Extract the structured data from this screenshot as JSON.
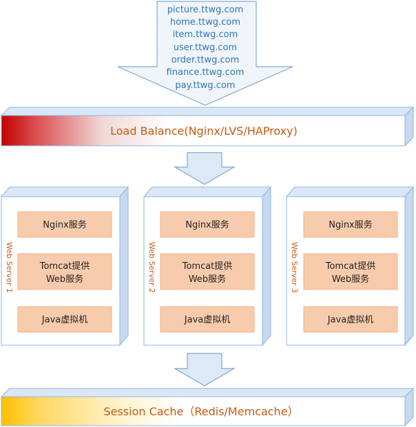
{
  "domains": [
    "picture.ttwg.com",
    "home.ttwg.com",
    "item.ttwg.com",
    "user.ttwg.com",
    "order.ttwg.com",
    "finance.ttwg.com",
    "pay.ttwg.com"
  ],
  "load_balance": {
    "label": "Load Balance(Nginx/LVS/HAProxy)",
    "accent_color": "#c00000"
  },
  "servers": [
    {
      "name": "Web Server 1",
      "components": {
        "nginx": "Nginx服务",
        "tomcat_line1": "Tomcat提供",
        "tomcat_line2": "Web服务",
        "jvm": "Java虚拟机"
      }
    },
    {
      "name": "Web Server 2",
      "components": {
        "nginx": "Nginx服务",
        "tomcat_line1": "Tomcat提供",
        "tomcat_line2": "Web服务",
        "jvm": "Java虚拟机"
      }
    },
    {
      "name": "Web Server 3",
      "components": {
        "nginx": "Nginx服务",
        "tomcat_line1": "Tomcat提供",
        "tomcat_line2": "Web服务",
        "jvm": "Java虚拟机"
      }
    }
  ],
  "session_cache": {
    "label": "Session Cache（Redis/Memcache）",
    "accent_color": "#ffc000"
  },
  "colors": {
    "arrow_fill": "#dde9f6",
    "arrow_stroke": "#7fa6cf",
    "box_stroke": "#8eb4e3",
    "box_side": "#c7d9ef",
    "component_fill": "#f8cbad",
    "component_stroke": "#f4b183"
  }
}
